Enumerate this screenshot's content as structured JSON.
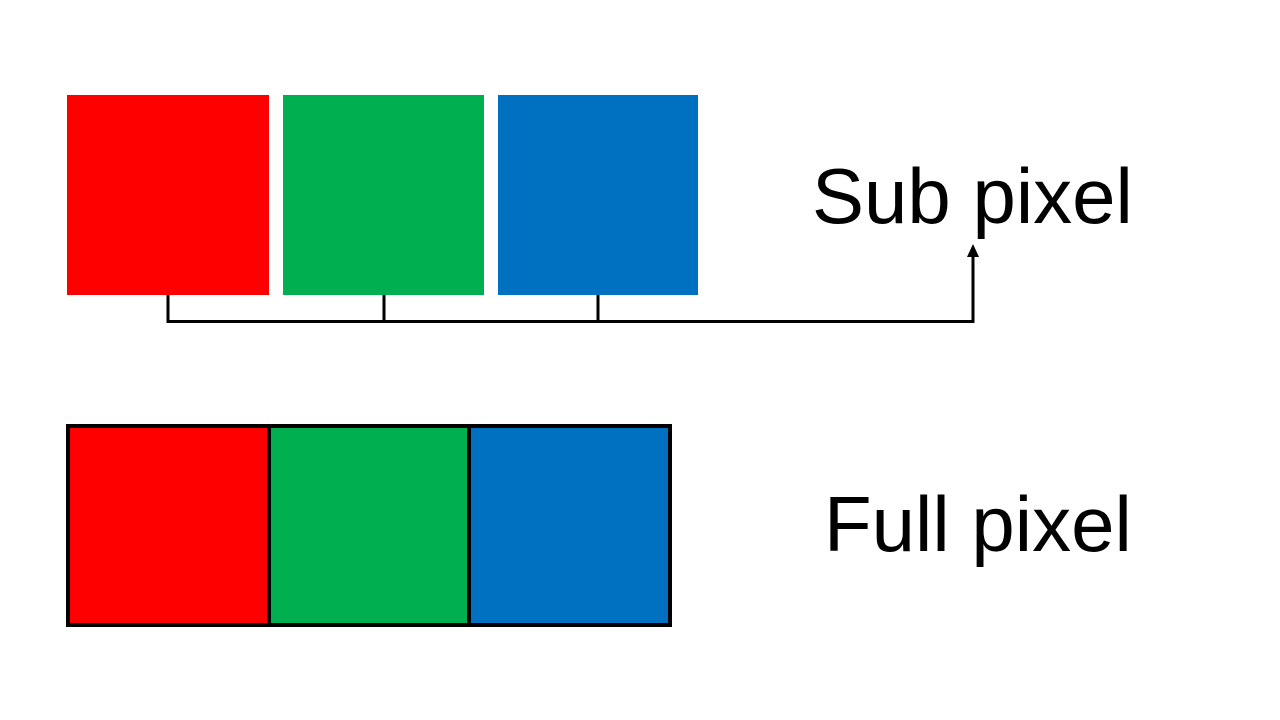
{
  "diagram": {
    "background_color": "#FFFFFF",
    "line_color": "#000000",
    "text_color": "#000000",
    "sub_pixel": {
      "label": "Sub pixel",
      "subpixels": [
        {
          "name": "red subpixel",
          "color": "#FF0000"
        },
        {
          "name": "green subpixel",
          "color": "#00B050"
        },
        {
          "name": "blue subpixel",
          "color": "#0070C0"
        }
      ]
    },
    "full_pixel": {
      "label": "Full pixel",
      "subpixels": [
        {
          "name": "red subpixel",
          "color": "#FF0000"
        },
        {
          "name": "green subpixel",
          "color": "#00B050"
        },
        {
          "name": "blue subpixel",
          "color": "#0070C0"
        }
      ]
    }
  }
}
